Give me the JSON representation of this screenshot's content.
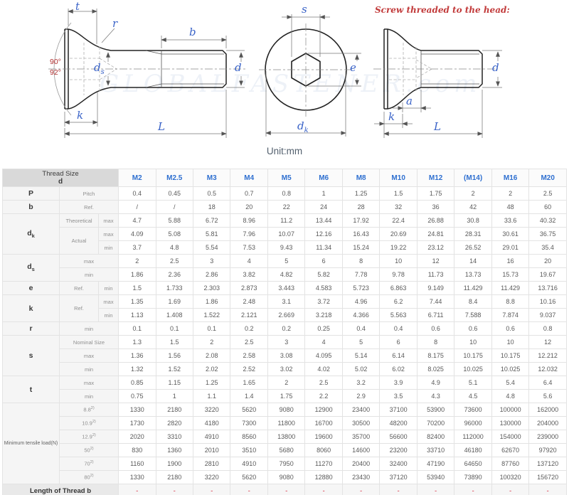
{
  "drawing": {
    "unit": "Unit:mm",
    "watermark": "GLOBALFASTENER.com",
    "red_note": "Screw threaded to the head:",
    "angles": {
      "a90": "90°",
      "a92": "92°"
    },
    "labels": {
      "t": "t",
      "r": "r",
      "b": "b",
      "ds_base": "d",
      "ds_sub": "s",
      "k": "k",
      "L": "L",
      "d": "d",
      "s": "s",
      "e": "e",
      "dk_base": "d",
      "dk_sub": "k",
      "a": "a"
    }
  },
  "table": {
    "header_title_line1": "Thread Size",
    "header_title_line2": "d",
    "sizes": [
      "M2",
      "M2.5",
      "M3",
      "M4",
      "M5",
      "M6",
      "M8",
      "M10",
      "M12",
      "(M14)",
      "M16",
      "M20"
    ],
    "rows": [
      {
        "label": [
          {
            "t": "P",
            "cls": "sym"
          },
          {
            "t": "Pitch",
            "cls": "sub",
            "cs": 2
          }
        ],
        "values": [
          "0.4",
          "0.45",
          "0.5",
          "0.7",
          "0.8",
          "1",
          "1.25",
          "1.5",
          "1.75",
          "2",
          "2",
          "2.5"
        ]
      },
      {
        "label": [
          {
            "t": "b",
            "cls": "sym"
          },
          {
            "t": "Ref.",
            "cls": "sub",
            "cs": 2
          }
        ],
        "values": [
          "/",
          "/",
          "18",
          "20",
          "22",
          "24",
          "28",
          "32",
          "36",
          "42",
          "48",
          "60"
        ]
      },
      {
        "label": [
          {
            "t": "d",
            "sub": "k",
            "cls": "sym",
            "rs": 3
          },
          {
            "t": "Theoretical",
            "cls": "sub"
          },
          {
            "t": "max",
            "cls": "sub"
          }
        ],
        "values": [
          "4.7",
          "5.88",
          "6.72",
          "8.96",
          "11.2",
          "13.44",
          "17.92",
          "22.4",
          "26.88",
          "30.8",
          "33.6",
          "40.32"
        ]
      },
      {
        "label": [
          {
            "t": "Actual",
            "cls": "sub",
            "rs": 2
          },
          {
            "t": "max",
            "cls": "sub"
          }
        ],
        "values": [
          "4.09",
          "5.08",
          "5.81",
          "7.96",
          "10.07",
          "12.16",
          "16.43",
          "20.69",
          "24.81",
          "28.31",
          "30.61",
          "36.75"
        ]
      },
      {
        "label": [
          {
            "t": "min",
            "cls": "sub"
          }
        ],
        "values": [
          "3.7",
          "4.8",
          "5.54",
          "7.53",
          "9.43",
          "11.34",
          "15.24",
          "19.22",
          "23.12",
          "26.52",
          "29.01",
          "35.4"
        ]
      },
      {
        "label": [
          {
            "t": "d",
            "sub": "s",
            "cls": "sym",
            "rs": 2
          },
          {
            "t": "max",
            "cls": "sub",
            "cs": 2
          }
        ],
        "values": [
          "2",
          "2.5",
          "3",
          "4",
          "5",
          "6",
          "8",
          "10",
          "12",
          "14",
          "16",
          "20"
        ]
      },
      {
        "label": [
          {
            "t": "min",
            "cls": "sub",
            "cs": 2
          }
        ],
        "values": [
          "1.86",
          "2.36",
          "2.86",
          "3.82",
          "4.82",
          "5.82",
          "7.78",
          "9.78",
          "11.73",
          "13.73",
          "15.73",
          "19.67"
        ]
      },
      {
        "label": [
          {
            "t": "e",
            "cls": "sym"
          },
          {
            "t": "Ref.",
            "cls": "sub"
          },
          {
            "t": "min",
            "cls": "sub"
          }
        ],
        "values": [
          "1.5",
          "1.733",
          "2.303",
          "2.873",
          "3.443",
          "4.583",
          "5.723",
          "6.863",
          "9.149",
          "11.429",
          "11.429",
          "13.716"
        ]
      },
      {
        "label": [
          {
            "t": "k",
            "cls": "sym",
            "rs": 2
          },
          {
            "t": "Ref.",
            "cls": "sub",
            "rs": 2
          },
          {
            "t": "max",
            "cls": "sub"
          }
        ],
        "values": [
          "1.35",
          "1.69",
          "1.86",
          "2.48",
          "3.1",
          "3.72",
          "4.96",
          "6.2",
          "7.44",
          "8.4",
          "8.8",
          "10.16"
        ]
      },
      {
        "label": [
          {
            "t": "min",
            "cls": "sub"
          }
        ],
        "values": [
          "1.13",
          "1.408",
          "1.522",
          "2.121",
          "2.669",
          "3.218",
          "4.366",
          "5.563",
          "6.711",
          "7.588",
          "7.874",
          "9.037"
        ]
      },
      {
        "label": [
          {
            "t": "r",
            "cls": "sym"
          },
          {
            "t": "min",
            "cls": "sub",
            "cs": 2
          }
        ],
        "values": [
          "0.1",
          "0.1",
          "0.1",
          "0.2",
          "0.2",
          "0.25",
          "0.4",
          "0.4",
          "0.6",
          "0.6",
          "0.6",
          "0.8"
        ]
      },
      {
        "label": [
          {
            "t": "s",
            "cls": "sym",
            "rs": 3
          },
          {
            "t": "Nominal Size",
            "cls": "sub",
            "cs": 2
          }
        ],
        "values": [
          "1.3",
          "1.5",
          "2",
          "2.5",
          "3",
          "4",
          "5",
          "6",
          "8",
          "10",
          "10",
          "12"
        ]
      },
      {
        "label": [
          {
            "t": "max",
            "cls": "sub",
            "cs": 2
          }
        ],
        "values": [
          "1.36",
          "1.56",
          "2.08",
          "2.58",
          "3.08",
          "4.095",
          "5.14",
          "6.14",
          "8.175",
          "10.175",
          "10.175",
          "12.212"
        ]
      },
      {
        "label": [
          {
            "t": "min",
            "cls": "sub",
            "cs": 2
          }
        ],
        "values": [
          "1.32",
          "1.52",
          "2.02",
          "2.52",
          "3.02",
          "4.02",
          "5.02",
          "6.02",
          "8.025",
          "10.025",
          "10.025",
          "12.032"
        ]
      },
      {
        "label": [
          {
            "t": "t",
            "cls": "sym",
            "rs": 2
          },
          {
            "t": "max",
            "cls": "sub",
            "cs": 2
          }
        ],
        "values": [
          "0.85",
          "1.15",
          "1.25",
          "1.65",
          "2",
          "2.5",
          "3.2",
          "3.9",
          "4.9",
          "5.1",
          "5.4",
          "6.4"
        ]
      },
      {
        "label": [
          {
            "t": "min",
            "cls": "sub",
            "cs": 2
          }
        ],
        "values": [
          "0.75",
          "1",
          "1.1",
          "1.4",
          "1.75",
          "2.2",
          "2.9",
          "3.5",
          "4.3",
          "4.5",
          "4.8",
          "5.6"
        ]
      },
      {
        "label": [
          {
            "t": "Minimum tensile load(N)",
            "cls": "subsm",
            "rs": 6
          },
          {
            "t": "8.8",
            "sup": "2)",
            "cls": "sub",
            "cs": 2
          }
        ],
        "values": [
          "1330",
          "2180",
          "3220",
          "5620",
          "9080",
          "12900",
          "23400",
          "37100",
          "53900",
          "73600",
          "100000",
          "162000"
        ]
      },
      {
        "label": [
          {
            "t": "10.9",
            "sup": "2)",
            "cls": "sub",
            "cs": 2
          }
        ],
        "values": [
          "1730",
          "2820",
          "4180",
          "7300",
          "11800",
          "16700",
          "30500",
          "48200",
          "70200",
          "96000",
          "130000",
          "204000"
        ]
      },
      {
        "label": [
          {
            "t": "12.9",
            "sup": "2)",
            "cls": "sub",
            "cs": 2
          }
        ],
        "values": [
          "2020",
          "3310",
          "4910",
          "8560",
          "13800",
          "19600",
          "35700",
          "56600",
          "82400",
          "112000",
          "154000",
          "239000"
        ]
      },
      {
        "label": [
          {
            "t": "50",
            "sup": "2)",
            "cls": "sub",
            "cs": 2
          }
        ],
        "values": [
          "830",
          "1360",
          "2010",
          "3510",
          "5680",
          "8060",
          "14600",
          "23200",
          "33710",
          "46180",
          "62670",
          "97920"
        ]
      },
      {
        "label": [
          {
            "t": "70",
            "sup": "2)",
            "cls": "sub",
            "cs": 2
          }
        ],
        "values": [
          "1160",
          "1900",
          "2810",
          "4910",
          "7950",
          "11270",
          "20400",
          "32400",
          "47190",
          "64650",
          "87760",
          "137120"
        ]
      },
      {
        "label": [
          {
            "t": "80",
            "sup": "2)",
            "cls": "sub",
            "cs": 2
          }
        ],
        "values": [
          "1330",
          "2180",
          "3220",
          "5620",
          "9080",
          "12880",
          "23430",
          "37120",
          "53940",
          "73890",
          "100320",
          "156720"
        ]
      },
      {
        "label": [
          {
            "t": "Length of Thread b",
            "cls": "footsym",
            "cs": 3
          }
        ],
        "red": true,
        "values": [
          "-",
          "-",
          "-",
          "-",
          "-",
          "-",
          "-",
          "-",
          "-",
          "-",
          "-",
          "-"
        ]
      }
    ]
  }
}
